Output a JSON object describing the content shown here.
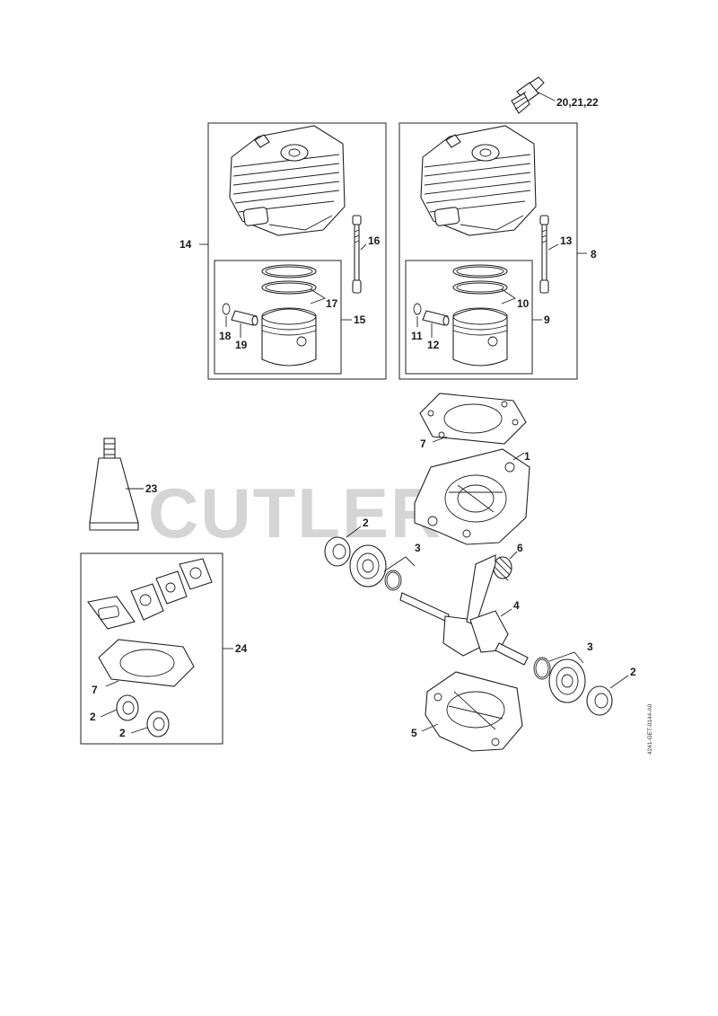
{
  "watermark": "CUTLERS",
  "drawing_ref": "4241-GET-0144-A0",
  "labels": {
    "l20_21_22": "20,21,22",
    "l14": "14",
    "l16": "16",
    "l17": "17",
    "l15": "15",
    "l18": "18",
    "l19": "19",
    "l13": "13",
    "l8": "8",
    "l10": "10",
    "l9": "9",
    "l11": "11",
    "l12": "12",
    "l7_top": "7",
    "l1": "1",
    "l23": "23",
    "l2_a": "2",
    "l3_a": "3",
    "l6": "6",
    "l4": "4",
    "l24": "24",
    "l7_kit": "7",
    "l2_kit_a": "2",
    "l2_kit_b": "2",
    "l3_b": "3",
    "l2_b": "2",
    "l5": "5"
  }
}
